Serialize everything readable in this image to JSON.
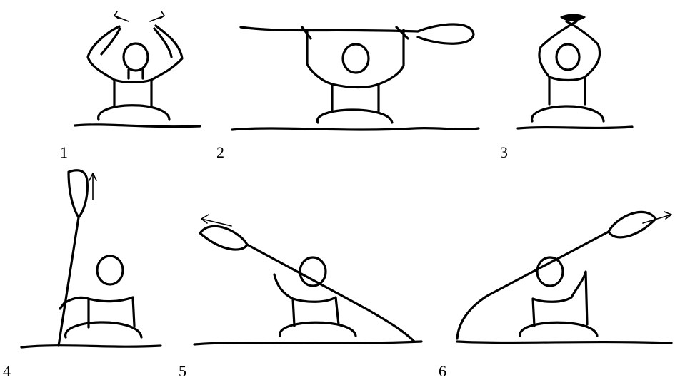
{
  "figure": {
    "panels": [
      {
        "number": "1",
        "pose": "hands-on-head"
      },
      {
        "number": "2",
        "pose": "paddle-overhead-horizontal"
      },
      {
        "number": "3",
        "pose": "crossed-arms-overhead"
      },
      {
        "number": "4",
        "pose": "paddle-vertical-raised"
      },
      {
        "number": "5",
        "pose": "paddle-diagonal-left"
      },
      {
        "number": "6",
        "pose": "paddle-diagonal-right"
      }
    ]
  }
}
